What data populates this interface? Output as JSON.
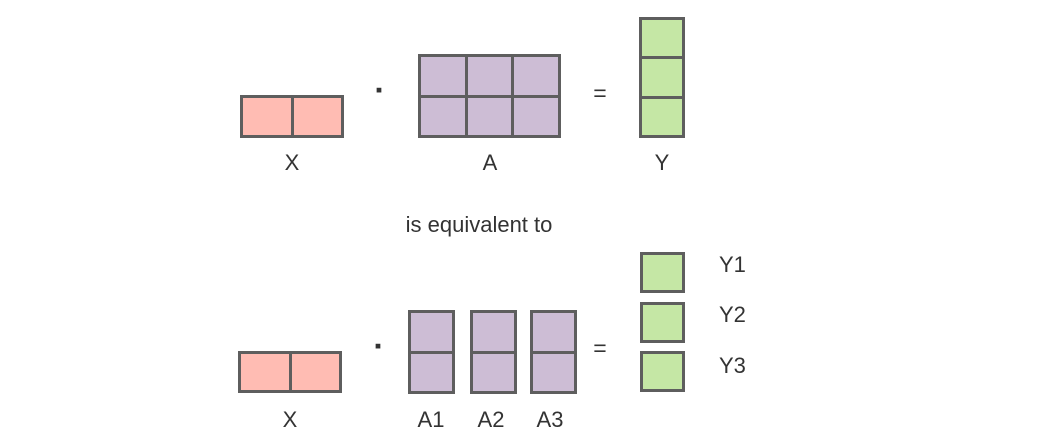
{
  "colors": {
    "background": "#ffffff",
    "pink_fill": "#ffbcb3",
    "purple_fill": "#cdbdd5",
    "green_fill": "#c5e7a5",
    "border": "#5e5e5e",
    "text": "#333333"
  },
  "equation_top": {
    "x": {
      "label": "X",
      "rows": 1,
      "cols": 2,
      "fill": "#ffbcb3"
    },
    "multiply": "▪",
    "a": {
      "label": "A",
      "rows": 2,
      "cols": 3,
      "fill": "#cdbdd5"
    },
    "equals": "=",
    "y": {
      "label": "Y",
      "rows": 3,
      "cols": 1,
      "fill": "#c5e7a5"
    }
  },
  "equivalence_text": "is equivalent to",
  "equation_bottom": {
    "x": {
      "label": "X",
      "rows": 1,
      "cols": 2,
      "fill": "#ffbcb3"
    },
    "multiply": "▪",
    "equals": "=",
    "a_columns": [
      {
        "label": "A1",
        "rows": 2,
        "cols": 1,
        "fill": "#cdbdd5"
      },
      {
        "label": "A2",
        "rows": 2,
        "cols": 1,
        "fill": "#cdbdd5"
      },
      {
        "label": "A3",
        "rows": 2,
        "cols": 1,
        "fill": "#cdbdd5"
      }
    ],
    "y_cells": [
      {
        "label": "Y1",
        "rows": 1,
        "cols": 1,
        "fill": "#c5e7a5"
      },
      {
        "label": "Y2",
        "rows": 1,
        "cols": 1,
        "fill": "#c5e7a5"
      },
      {
        "label": "Y3",
        "rows": 1,
        "cols": 1,
        "fill": "#c5e7a5"
      }
    ]
  }
}
